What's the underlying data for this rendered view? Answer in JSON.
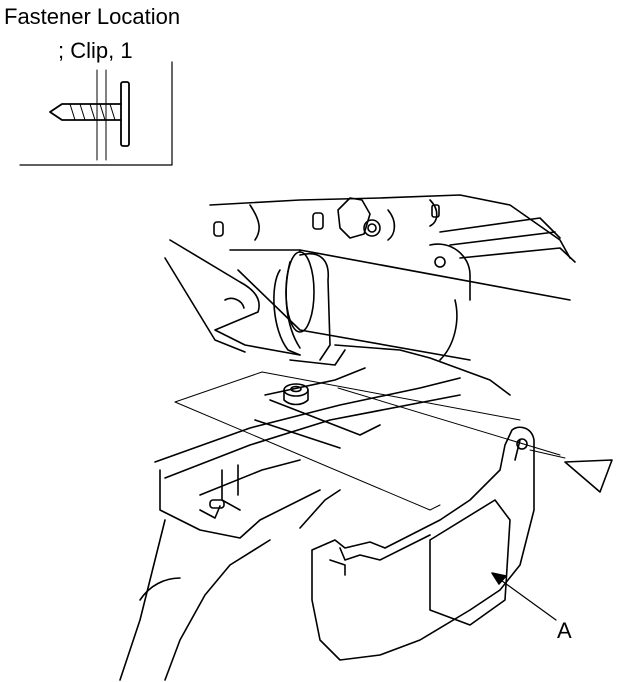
{
  "inset": {
    "title": "Fastener Location",
    "subtitle": "; Clip, 1"
  },
  "callouts": {
    "a_label": "A"
  },
  "colors": {
    "line": "#000000",
    "background": "#ffffff"
  }
}
